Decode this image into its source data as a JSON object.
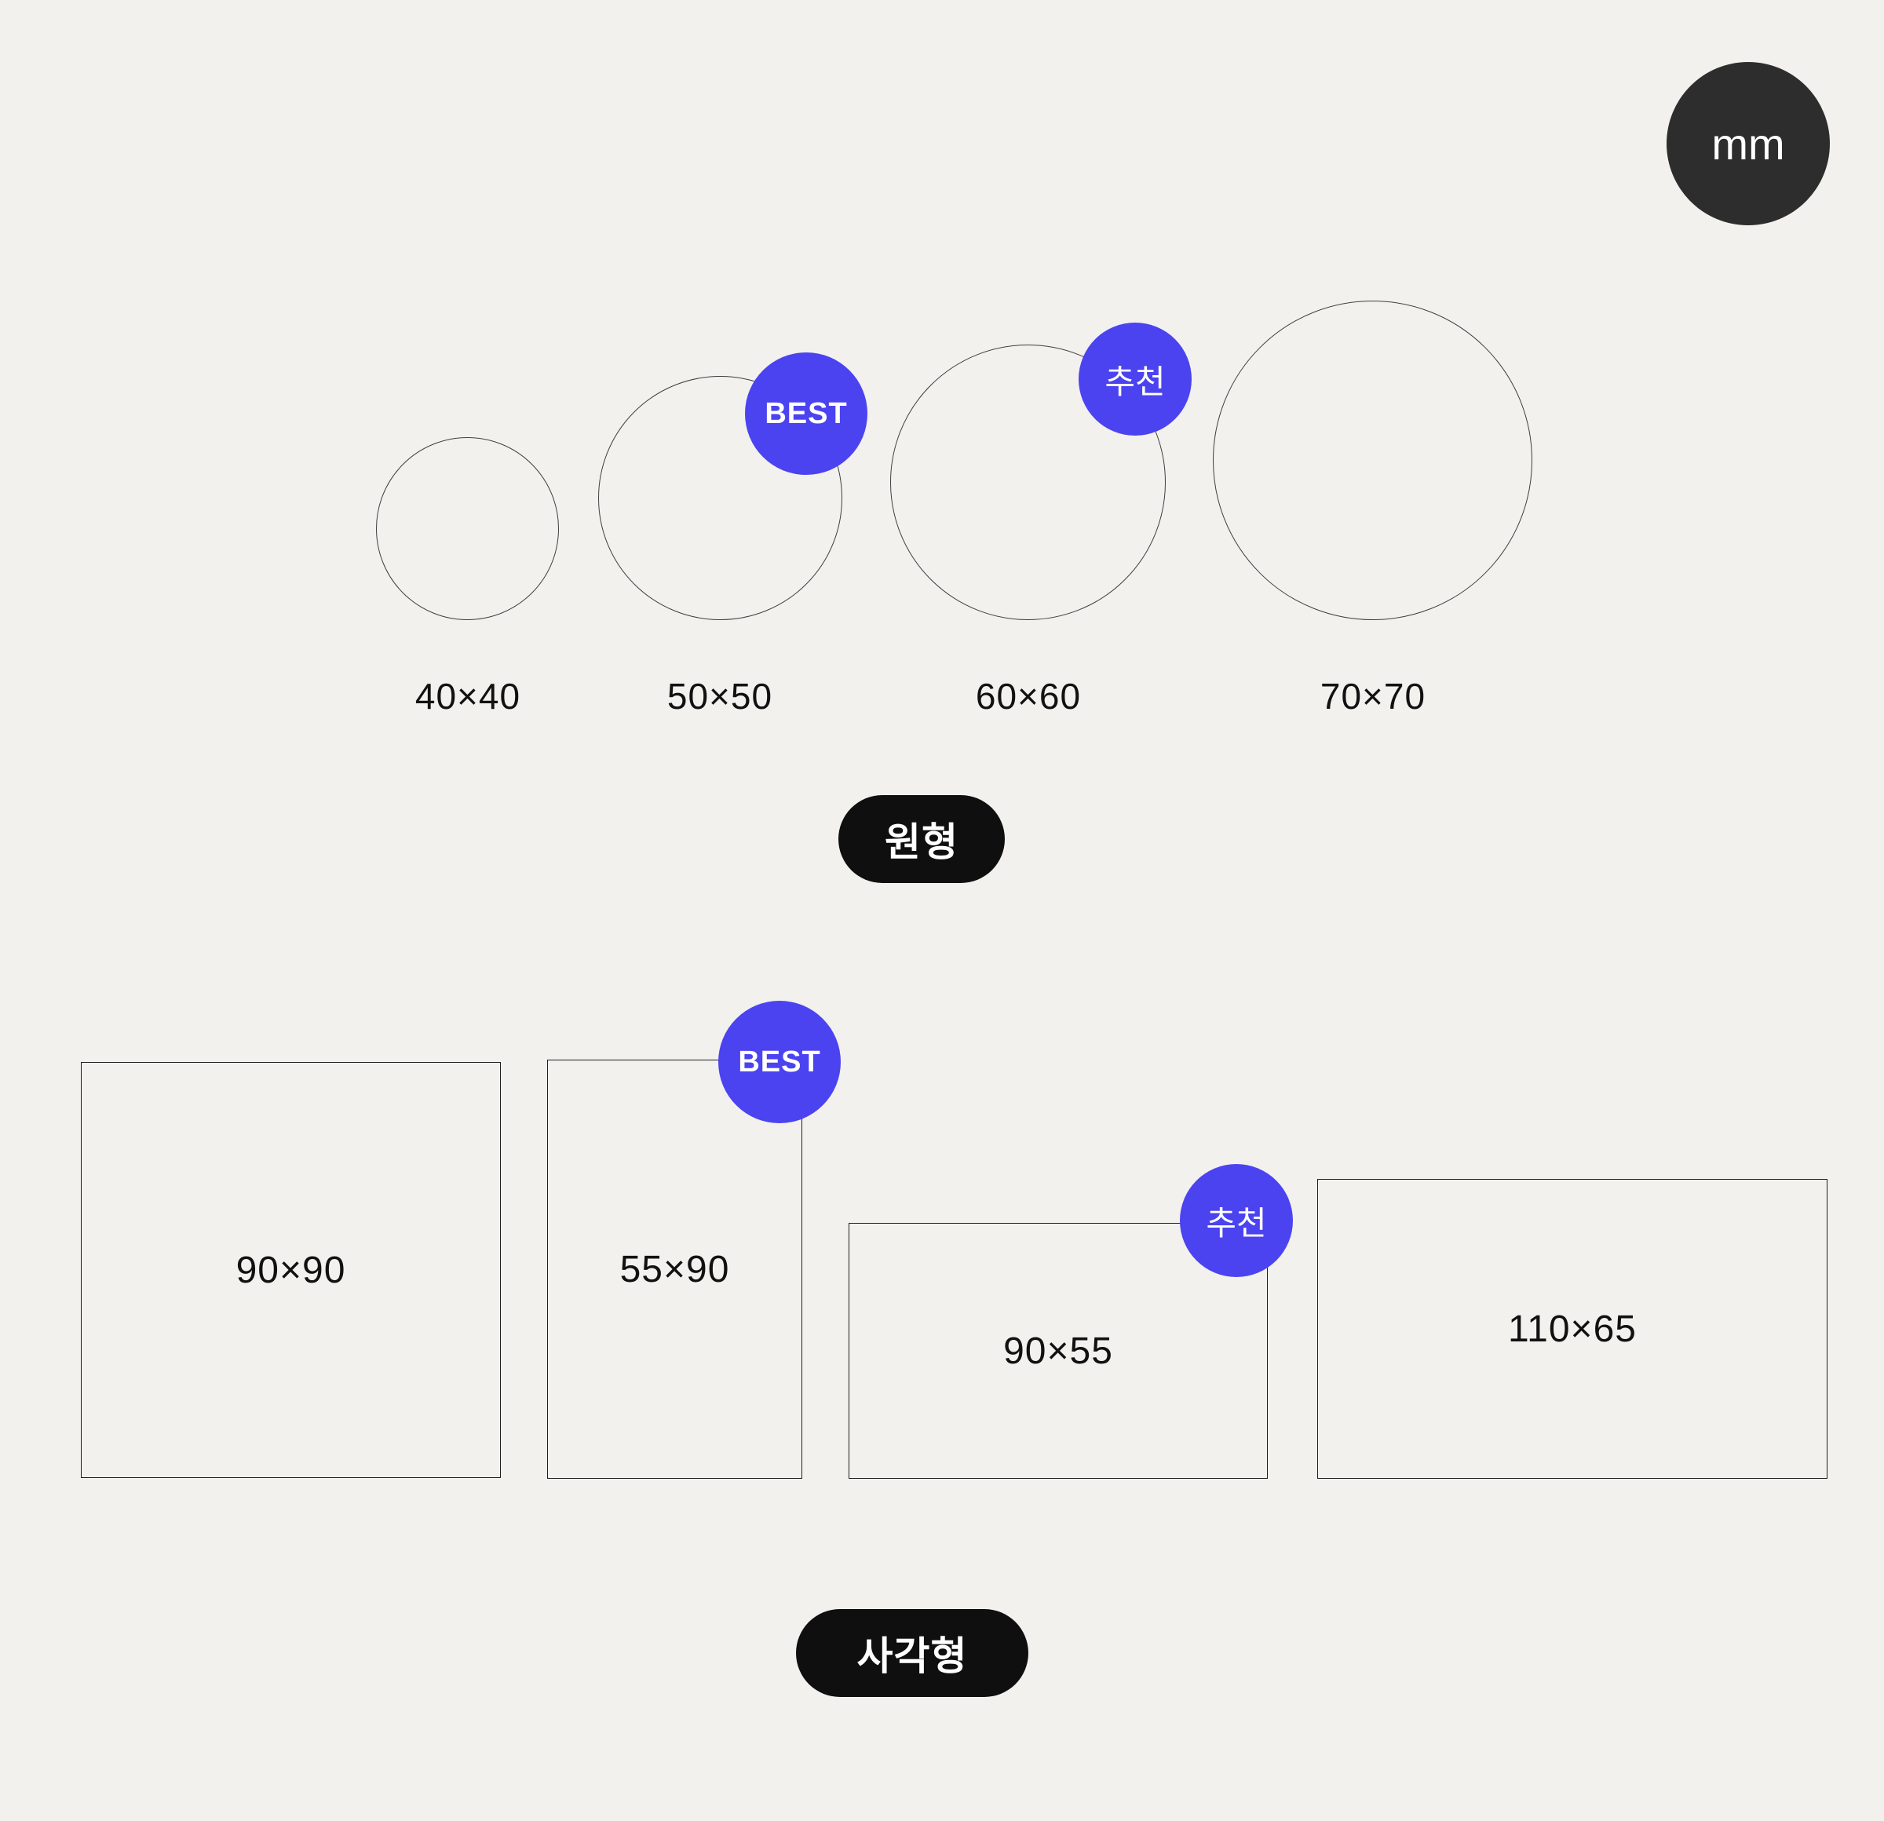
{
  "colors": {
    "background": "#f2f1ee",
    "accent_blue": "#4b43f0",
    "dark_badge": "#2d2d2d",
    "pill_black": "#0f0f0f"
  },
  "unit_badge": {
    "label": "mm"
  },
  "circles": {
    "group_label": "원형",
    "items": [
      {
        "size": "40×40"
      },
      {
        "size": "50×50",
        "badge": "BEST"
      },
      {
        "size": "60×60",
        "badge": "추천"
      },
      {
        "size": "70×70"
      }
    ]
  },
  "rects": {
    "group_label": "사각형",
    "items": [
      {
        "size": "90×90"
      },
      {
        "size": "55×90",
        "badge": "BEST"
      },
      {
        "size": "90×55",
        "badge": "추천"
      },
      {
        "size": "110×65"
      }
    ]
  }
}
